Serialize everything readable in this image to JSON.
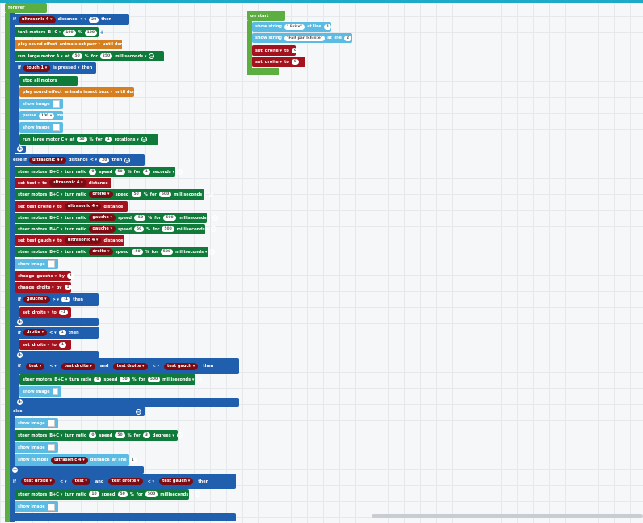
{
  "forever": {
    "label": "forever"
  },
  "on_start": {
    "label": "on start",
    "show_string_label": "show string",
    "at_line_label": "at line",
    "s1": "\" Brice\"",
    "s1_line": "1",
    "s2": "\"Fait par Tchinte\"",
    "s2_line": "2",
    "set_label": "set",
    "to_label": "to",
    "v1": "droite",
    "v1_val": "0",
    "v2": "droite",
    "v2_val": "0"
  },
  "blocks": {
    "if": "if",
    "then": "then",
    "else_if": "else if",
    "else": "else",
    "and": "and",
    "ultrasonic": "ultrasonic 4",
    "distance": "distance",
    "lt": "<",
    "gt": ">",
    "tank": "tank motors",
    "bc": "B+C",
    "tank_v1": "100",
    "tank_v2": "100",
    "percent": "%",
    "play_sound": "play sound effect",
    "sound1": "animals cat purr",
    "until_done": "until done",
    "run": "run",
    "large_motor_a": "large motor A",
    "at": "at",
    "large_motor_c": "large motor C",
    "for": "for",
    "v_50": "50",
    "v_250": "250",
    "milliseconds": "milliseconds",
    "touch": "touch 1",
    "is_pressed": "is pressed",
    "stop_all": "stop all motors",
    "sound2": "animals insect buzz",
    "show_image": "show image",
    "pause": "pause",
    "pause_val": "100",
    "ms": "ms",
    "rot_v1": "50",
    "rot_v2": "1",
    "rotations": "rotations",
    "v_20": "20",
    "steer": "steer motors",
    "turn_ratio": "turn ratio",
    "speed": "speed",
    "seconds": "seconds",
    "degrees": "degrees",
    "v_0": "0",
    "v_1": "1",
    "v_neg50": "-50",
    "v_500": "500",
    "var_test": "test",
    "var_test_droite": "test droite",
    "var_test_gauch": "test gauch",
    "var_gauche": "gauche",
    "var_droite": "droite",
    "change": "change",
    "by": "by",
    "set": "set",
    "to": "to",
    "show_number": "show number",
    "at_line": "at line",
    "line1": "1",
    "v_minus1": "-1",
    "v_10": "10",
    "v_3": "3"
  }
}
